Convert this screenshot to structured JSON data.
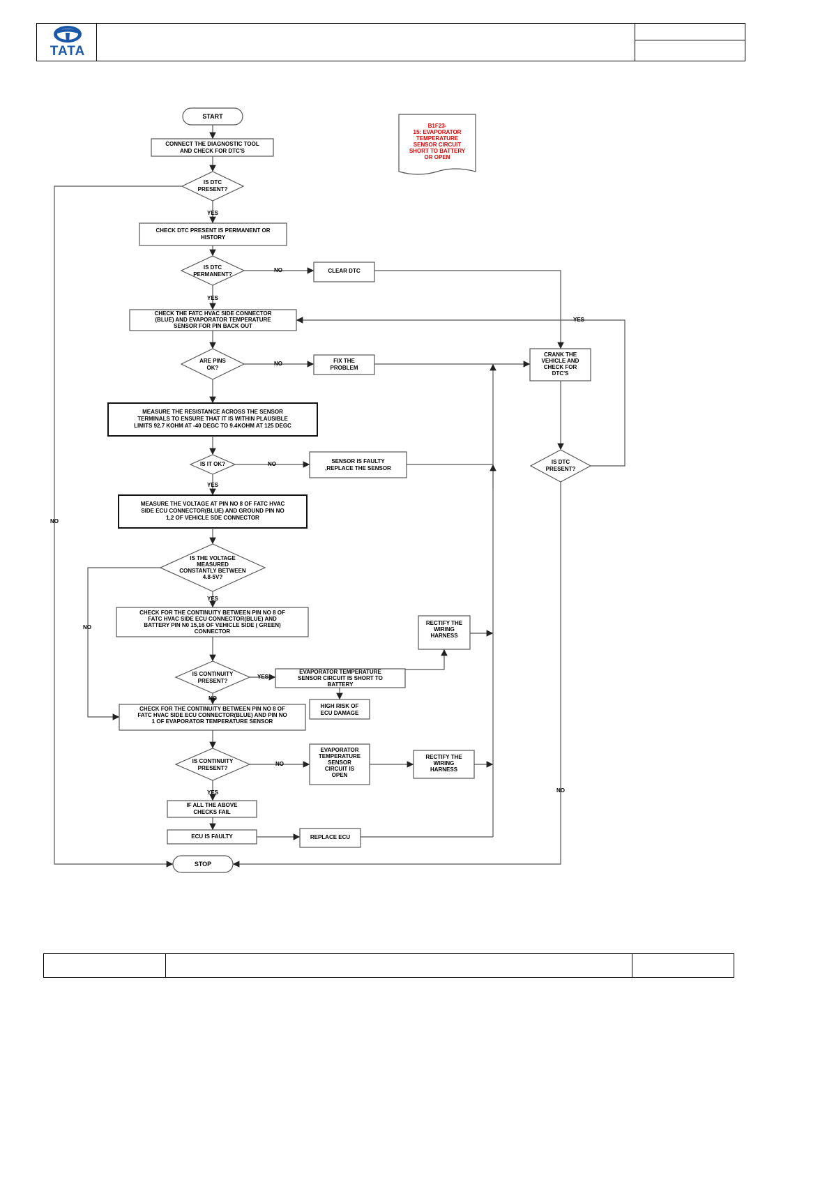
{
  "header": {
    "logo_text": "TATA"
  },
  "note": "B1F23-\n15: EVAPORATOR\nTEMPERATURE\nSENSOR CIRCUIT\nSHORT TO BATTERY\nOR OPEN",
  "nodes": {
    "start": "START",
    "connect_tool": "CONNECT THE DIAGNOSTIC TOOL\nAND CHECK FOR  DTC'S",
    "dtc_present": "IS  DTC\nPRESENT?",
    "check_permanent": "CHECK DTC  PRESENT IS PERMANENT OR\nHISTORY",
    "dtc_permanent": "IS  DTC\nPERMANENT?",
    "clear_dtc": "CLEAR DTC",
    "check_connector": "CHECK THE FATC HVAC SIDE CONNECTOR\n(BLUE) AND EVAPORATOR TEMPERATURE\nSENSOR FOR PIN BACK OUT",
    "pins_ok": "ARE PINS\nOK?",
    "fix_problem": "FIX THE\nPROBLEM",
    "crank": "CRANK THE\nVEHICLE AND\nCHECK FOR\nDTC'S",
    "measure_resistance": "MEASURE THE RESISTANCE ACROSS THE SENSOR\nTERMINALS TO ENSURE THAT IT IS WITHIN PLAUSIBLE\nLIMITS 92.7 KOHM AT -40 DEGC TO 9.4KOHM AT 125 DEGC",
    "is_it_ok": "IS IT OK?",
    "sensor_faulty": "SENSOR IS FAULTY\n,REPLACE THE SENSOR",
    "dtc_present_2": "IS  DTC\nPRESENT?",
    "measure_voltage": "MEASURE THE VOLTAGE AT PIN NO 8 OF FATC HVAC\nSIDE ECU CONNECTOR(BLUE) AND GROUND PIN NO\n1,2 OF VEHICLE SDE CONNECTOR",
    "voltage_check": "IS  THE VOLTAGE\nMEASURED\nCONSTANTLY BETWEEN\n4.8-5V?",
    "check_continuity_battery": "CHECK FOR THE CONTINUITY BETWEEN PIN NO 8 OF\nFATC HVAC SIDE ECU CONNECTOR(BLUE) AND\nBATTERY PIN N0 15,16 OF VEHICLE SIDE ( GREEN)\nCONNECTOR",
    "rectify_1": "RECTIFY THE\nWIRING\nHARNESS",
    "continuity_1": "IS CONTINUITY\nPRESENT?",
    "short_to_battery": "EVAPORATOR TEMPERATURE\nSENSOR CIRCUIT IS SHORT TO\nBATTERY",
    "high_risk": "HIGH RISK OF\nECU DAMAGE",
    "check_continuity_sensor": "CHECK FOR THE CONTINUITY BETWEEN PIN NO 8 OF\nFATC HVAC SIDE ECU CONNECTOR(BLUE) AND PIN NO\n1 OF EVAPORATOR TEMPERATURE SENSOR",
    "continuity_2": "IS CONTINUITY\nPRESENT?",
    "circuit_open": "EVAPORATOR\nTEMPERATURE\nSENSOR\nCIRCUIT  IS\nOPEN",
    "rectify_2": "RECTIFY THE\nWIRING\nHARNESS",
    "all_fail": "IF ALL THE ABOVE\nCHECKS FAIL",
    "ecu_faulty": "ECU IS FAULTY",
    "replace_ecu": "REPLACE ECU",
    "stop": "STOP"
  },
  "edge_labels": {
    "yes_dtc_present": "YES",
    "no_dtc_present": "NO",
    "no_permanent": "NO",
    "yes_permanent": "YES",
    "yes_recheck": "YES",
    "no_pins": "NO",
    "no_ok": "NO",
    "yes_ok": "YES",
    "yes_voltage": "YES",
    "no_voltage": "NO",
    "yes_continuity_1": "YES",
    "no_continuity_1": "NO",
    "no_continuity_2": "NO",
    "yes_continuity_2": "YES",
    "no_dtc_present_2": "NO"
  }
}
